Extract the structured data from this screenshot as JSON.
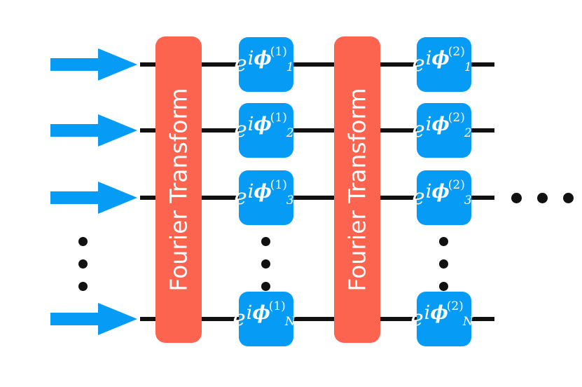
{
  "figure": {
    "title": "Optical neural network: alternating Fourier transform and phase modulation layers",
    "type": "circuit-diagram"
  },
  "colors": {
    "fourier_block": "#fd6450",
    "phase_gate": "#069cf5",
    "arrow": "#069cf5",
    "wire": "#111111",
    "background": "#ffffff",
    "label_text": "#ffffff"
  },
  "fourier_blocks": [
    {
      "id": "ft-1",
      "label": "Fourier Transform"
    },
    {
      "id": "ft-2",
      "label": "Fourier Transform"
    }
  ],
  "wires": [
    {
      "id": "wire-1",
      "index": 1
    },
    {
      "id": "wire-2",
      "index": 2
    },
    {
      "id": "wire-3",
      "index": 3
    },
    {
      "id": "wire-N",
      "index": "N"
    }
  ],
  "input_arrows": [
    {
      "id": "input-arrow-1"
    },
    {
      "id": "input-arrow-2"
    },
    {
      "id": "input-arrow-3"
    },
    {
      "id": "input-arrow-N"
    }
  ],
  "phase_layers": [
    {
      "layer": 1,
      "superscript": "(1)",
      "gates": [
        {
          "base": "e",
          "exponent_i": "i",
          "phi": "ϕ",
          "subscript": "1",
          "superscript": "(1)",
          "full": "e^{iϕ_1^{(1)}}"
        },
        {
          "base": "e",
          "exponent_i": "i",
          "phi": "ϕ",
          "subscript": "2",
          "superscript": "(1)",
          "full": "e^{iϕ_2^{(1)}}"
        },
        {
          "base": "e",
          "exponent_i": "i",
          "phi": "ϕ",
          "subscript": "3",
          "superscript": "(1)",
          "full": "e^{iϕ_3^{(1)}}"
        },
        {
          "base": "e",
          "exponent_i": "i",
          "phi": "ϕ",
          "subscript": "N",
          "superscript": "(1)",
          "full": "e^{iϕ_N^{(1)}}"
        }
      ]
    },
    {
      "layer": 2,
      "superscript": "(2)",
      "gates": [
        {
          "base": "e",
          "exponent_i": "i",
          "phi": "ϕ",
          "subscript": "1",
          "superscript": "(2)",
          "full": "e^{iϕ_1^{(2)}}"
        },
        {
          "base": "e",
          "exponent_i": "i",
          "phi": "ϕ",
          "subscript": "2",
          "superscript": "(2)",
          "full": "e^{iϕ_2^{(2)}}"
        },
        {
          "base": "e",
          "exponent_i": "i",
          "phi": "ϕ",
          "subscript": "3",
          "superscript": "(2)",
          "full": "e^{iϕ_3^{(2)}}"
        },
        {
          "base": "e",
          "exponent_i": "i",
          "phi": "ϕ",
          "subscript": "N",
          "superscript": "(2)",
          "full": "e^{iϕ_N^{(2)}}"
        }
      ]
    }
  ],
  "ellipses": {
    "input_vertical": {
      "id": "input-ellipsis",
      "dots": 3,
      "orientation": "vertical"
    },
    "layer1_vertical": {
      "id": "layer1-ellipsis",
      "dots": 3,
      "orientation": "vertical"
    },
    "layer2_vertical": {
      "id": "layer2-ellipsis",
      "dots": 3,
      "orientation": "vertical"
    },
    "continuation_horizontal": {
      "id": "continuation-ellipsis",
      "dots": 3,
      "orientation": "horizontal"
    }
  }
}
